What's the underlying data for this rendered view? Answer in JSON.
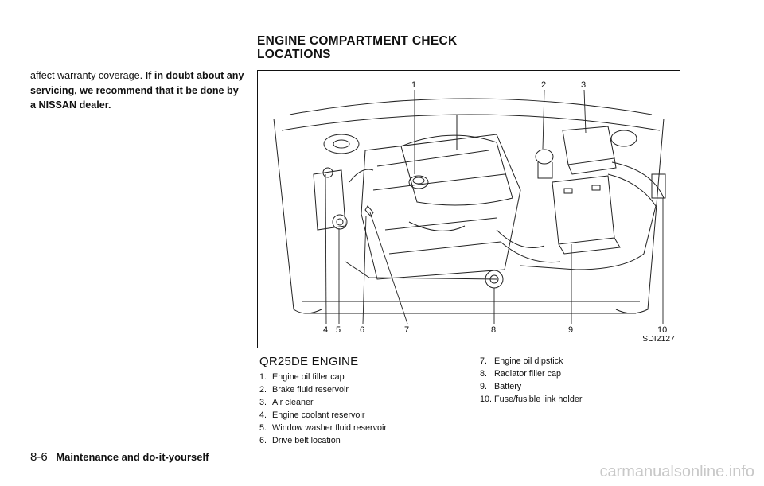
{
  "intro": {
    "plain": "affect warranty coverage.",
    "bold": "If in doubt about any servicing, we recommend that it be done by a NISSAN dealer."
  },
  "section_title": {
    "line1": "ENGINE COMPARTMENT CHECK",
    "line2": "LOCATIONS"
  },
  "figure": {
    "code": "SDI2127",
    "callouts_top": [
      "1",
      "2",
      "3"
    ],
    "callouts_bottom": [
      "4",
      "5",
      "6",
      "7",
      "8",
      "9",
      "10"
    ]
  },
  "engine_heading": "QR25DE ENGINE",
  "parts": [
    {
      "num": "1.",
      "label": "Engine oil filler cap"
    },
    {
      "num": "2.",
      "label": "Brake fluid reservoir"
    },
    {
      "num": "3.",
      "label": "Air cleaner"
    },
    {
      "num": "4.",
      "label": "Engine coolant reservoir"
    },
    {
      "num": "5.",
      "label": "Window washer fluid reservoir"
    },
    {
      "num": "6.",
      "label": "Drive belt location"
    },
    {
      "num": "7.",
      "label": "Engine oil dipstick"
    },
    {
      "num": "8.",
      "label": "Radiator filler cap"
    },
    {
      "num": "9.",
      "label": "Battery"
    },
    {
      "num": "10.",
      "label": "Fuse/fusible link holder"
    }
  ],
  "footer": {
    "page": "8-6",
    "section": "Maintenance and do-it-yourself"
  },
  "watermark": "carmanualsonline.info"
}
